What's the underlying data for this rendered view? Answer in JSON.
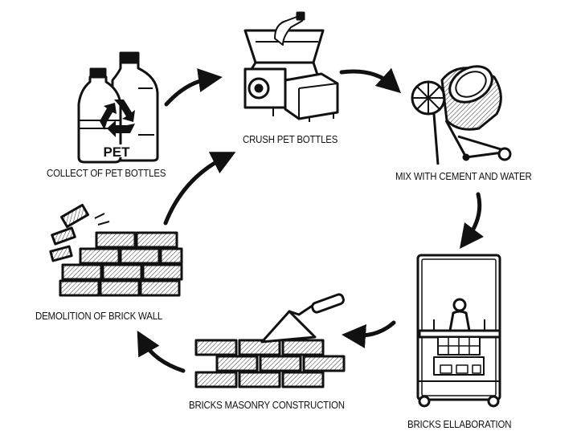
{
  "diagram": {
    "steps": [
      {
        "id": "collect",
        "label": "COLLECT OF PET BOTTLES",
        "icon": "pet-bottles-recycle-icon",
        "bottle_text": "PET"
      },
      {
        "id": "crush",
        "label": "CRUSH PET BOTTLES",
        "icon": "crusher-machine-icon"
      },
      {
        "id": "mix",
        "label": "MIX WITH CEMENT AND WATER",
        "icon": "cement-mixer-icon"
      },
      {
        "id": "elaborate",
        "label": "BRICKS ELLABORATION",
        "icon": "brick-press-machine-icon"
      },
      {
        "id": "masonry",
        "label": "BRICKS MASONRY CONSTRUCTION",
        "icon": "bricks-and-trowel-icon"
      },
      {
        "id": "demolition",
        "label": "DEMOLITION OF BRICK WALL",
        "icon": "broken-brick-wall-icon"
      }
    ],
    "flow": "clockwise-cycle",
    "colors": {
      "ink": "#111111",
      "background": "#ffffff"
    }
  }
}
